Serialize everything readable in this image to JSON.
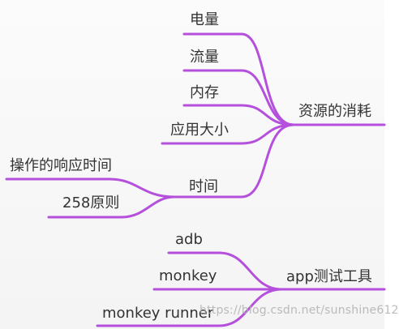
{
  "colors": {
    "background": "#f8f8f8",
    "branch_line": "#b450dc",
    "text": "#333333",
    "watermark": "#b4b4b4"
  },
  "mindmap": {
    "groups": [
      {
        "label": "资源的消耗",
        "children": [
          "电量",
          "流量",
          "内存",
          "应用大小"
        ]
      },
      {
        "label": "时间",
        "children": [
          "操作的响应时间",
          "258原则"
        ]
      },
      {
        "label": "app测试工具",
        "children": [
          "adb",
          "monkey",
          "monkey runner"
        ]
      }
    ]
  },
  "watermark": "https://blog.csdn.net/sunshine612"
}
